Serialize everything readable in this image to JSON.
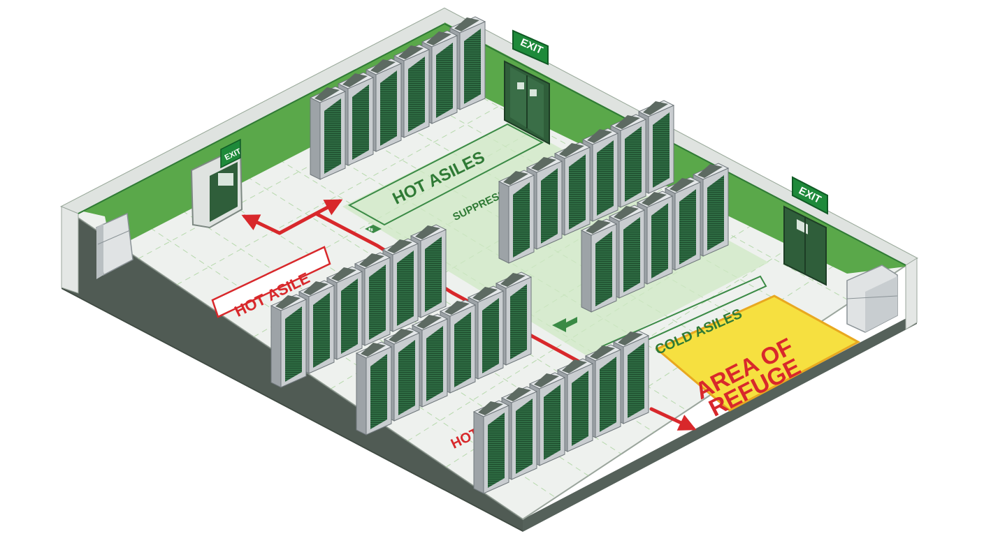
{
  "labels": {
    "exit_top": "EXIT",
    "exit_left": "EXIT",
    "exit_right": "EXIT",
    "hot_asiles_top": "HOT ASILES",
    "suppression": "SUPPRESSION",
    "hot_asile_left": "HOT ASILE",
    "hot_asile_bottom": "HOT ASILE",
    "cold_asiles": "COLD ASILES",
    "refuge_line1": "AREA OF",
    "refuge_line2": "REFUGE"
  },
  "colors": {
    "wall_green": "#5aa84a",
    "wall_dark_green": "#2f7a35",
    "floor": "#eef1ee",
    "floor_base": "#3f4a42",
    "rack_front": "#c9cdd0",
    "rack_side": "#9da3a7",
    "rack_top": "#e4e7e9",
    "rack_green": "#2f6e44",
    "zone_green": "#cfe8c4",
    "route_red": "#d8282b",
    "refuge_yellow": "#f6e040",
    "refuge_border": "#e8a820",
    "exit_sign_green": "#1e8a3a"
  },
  "icons": [
    "exit-door-icon",
    "arrow-icon",
    "fire-suppression-icon",
    "server-rack-icon",
    "cabinet-icon"
  ]
}
